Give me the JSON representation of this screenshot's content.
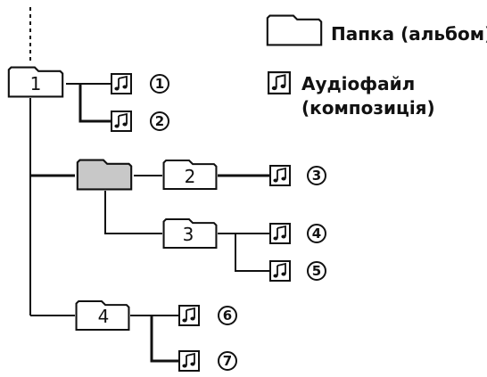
{
  "legend": {
    "folder_label": "Папка (альбом)",
    "audio_label_line1": "Аудіофайл",
    "audio_label_line2": "(композиція)"
  },
  "folders": {
    "f1": "1",
    "f2": "2",
    "f3": "3",
    "f4": "4"
  },
  "tracks": {
    "t1": "1",
    "t2": "2",
    "t3": "3",
    "t4": "4",
    "t5": "5",
    "t6": "6",
    "t7": "7"
  },
  "colors": {
    "line": "#111111",
    "folder_fill": "#ffffff",
    "highlight_folder_fill": "#c8c8c8"
  },
  "icons": {
    "audio": "music-note-icon",
    "folder": "folder-icon",
    "number": "circled-number-icon"
  }
}
